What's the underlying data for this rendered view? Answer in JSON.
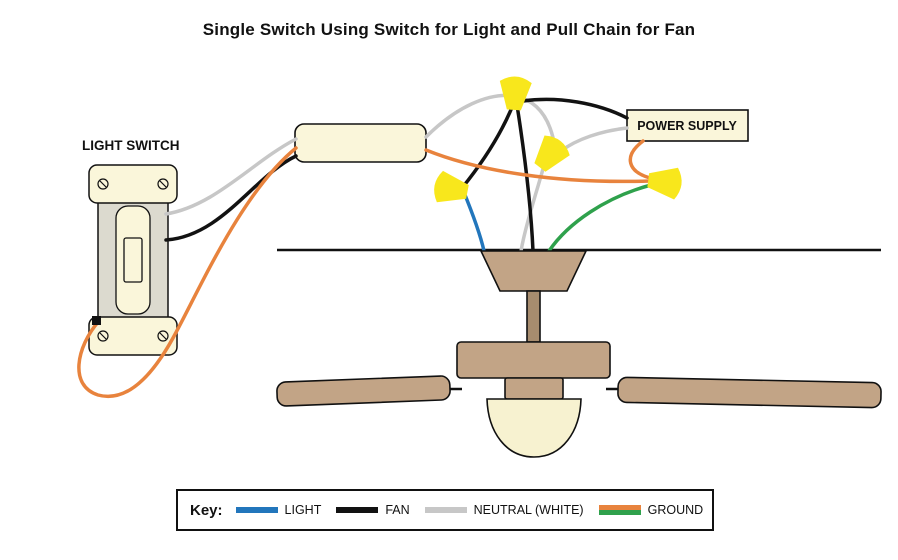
{
  "title": "Single Switch Using Switch for Light and Pull Chain for Fan",
  "labels": {
    "light_switch": "LIGHT SWITCH",
    "power_supply": "POWER SUPPLY"
  },
  "legend": {
    "title": "Key:",
    "items": [
      {
        "label": "LIGHT"
      },
      {
        "label": "FAN"
      },
      {
        "label": "NEUTRAL (WHITE)"
      },
      {
        "label": "GROUND"
      }
    ]
  },
  "colors": {
    "light_wire": "#2276bc",
    "fan_wire": "#121212",
    "neutral_wire": "#c7c7c7",
    "ground_orange": "#e8833d",
    "ground_green": "#2fa14c",
    "wire_nut": "#f8e71c",
    "box_fill": "#faf6da",
    "switch_panel": "#dcdacf",
    "fan_body": "#c2a486",
    "fan_rod": "#a78c6e",
    "light_bowl": "#f7f2d0"
  }
}
